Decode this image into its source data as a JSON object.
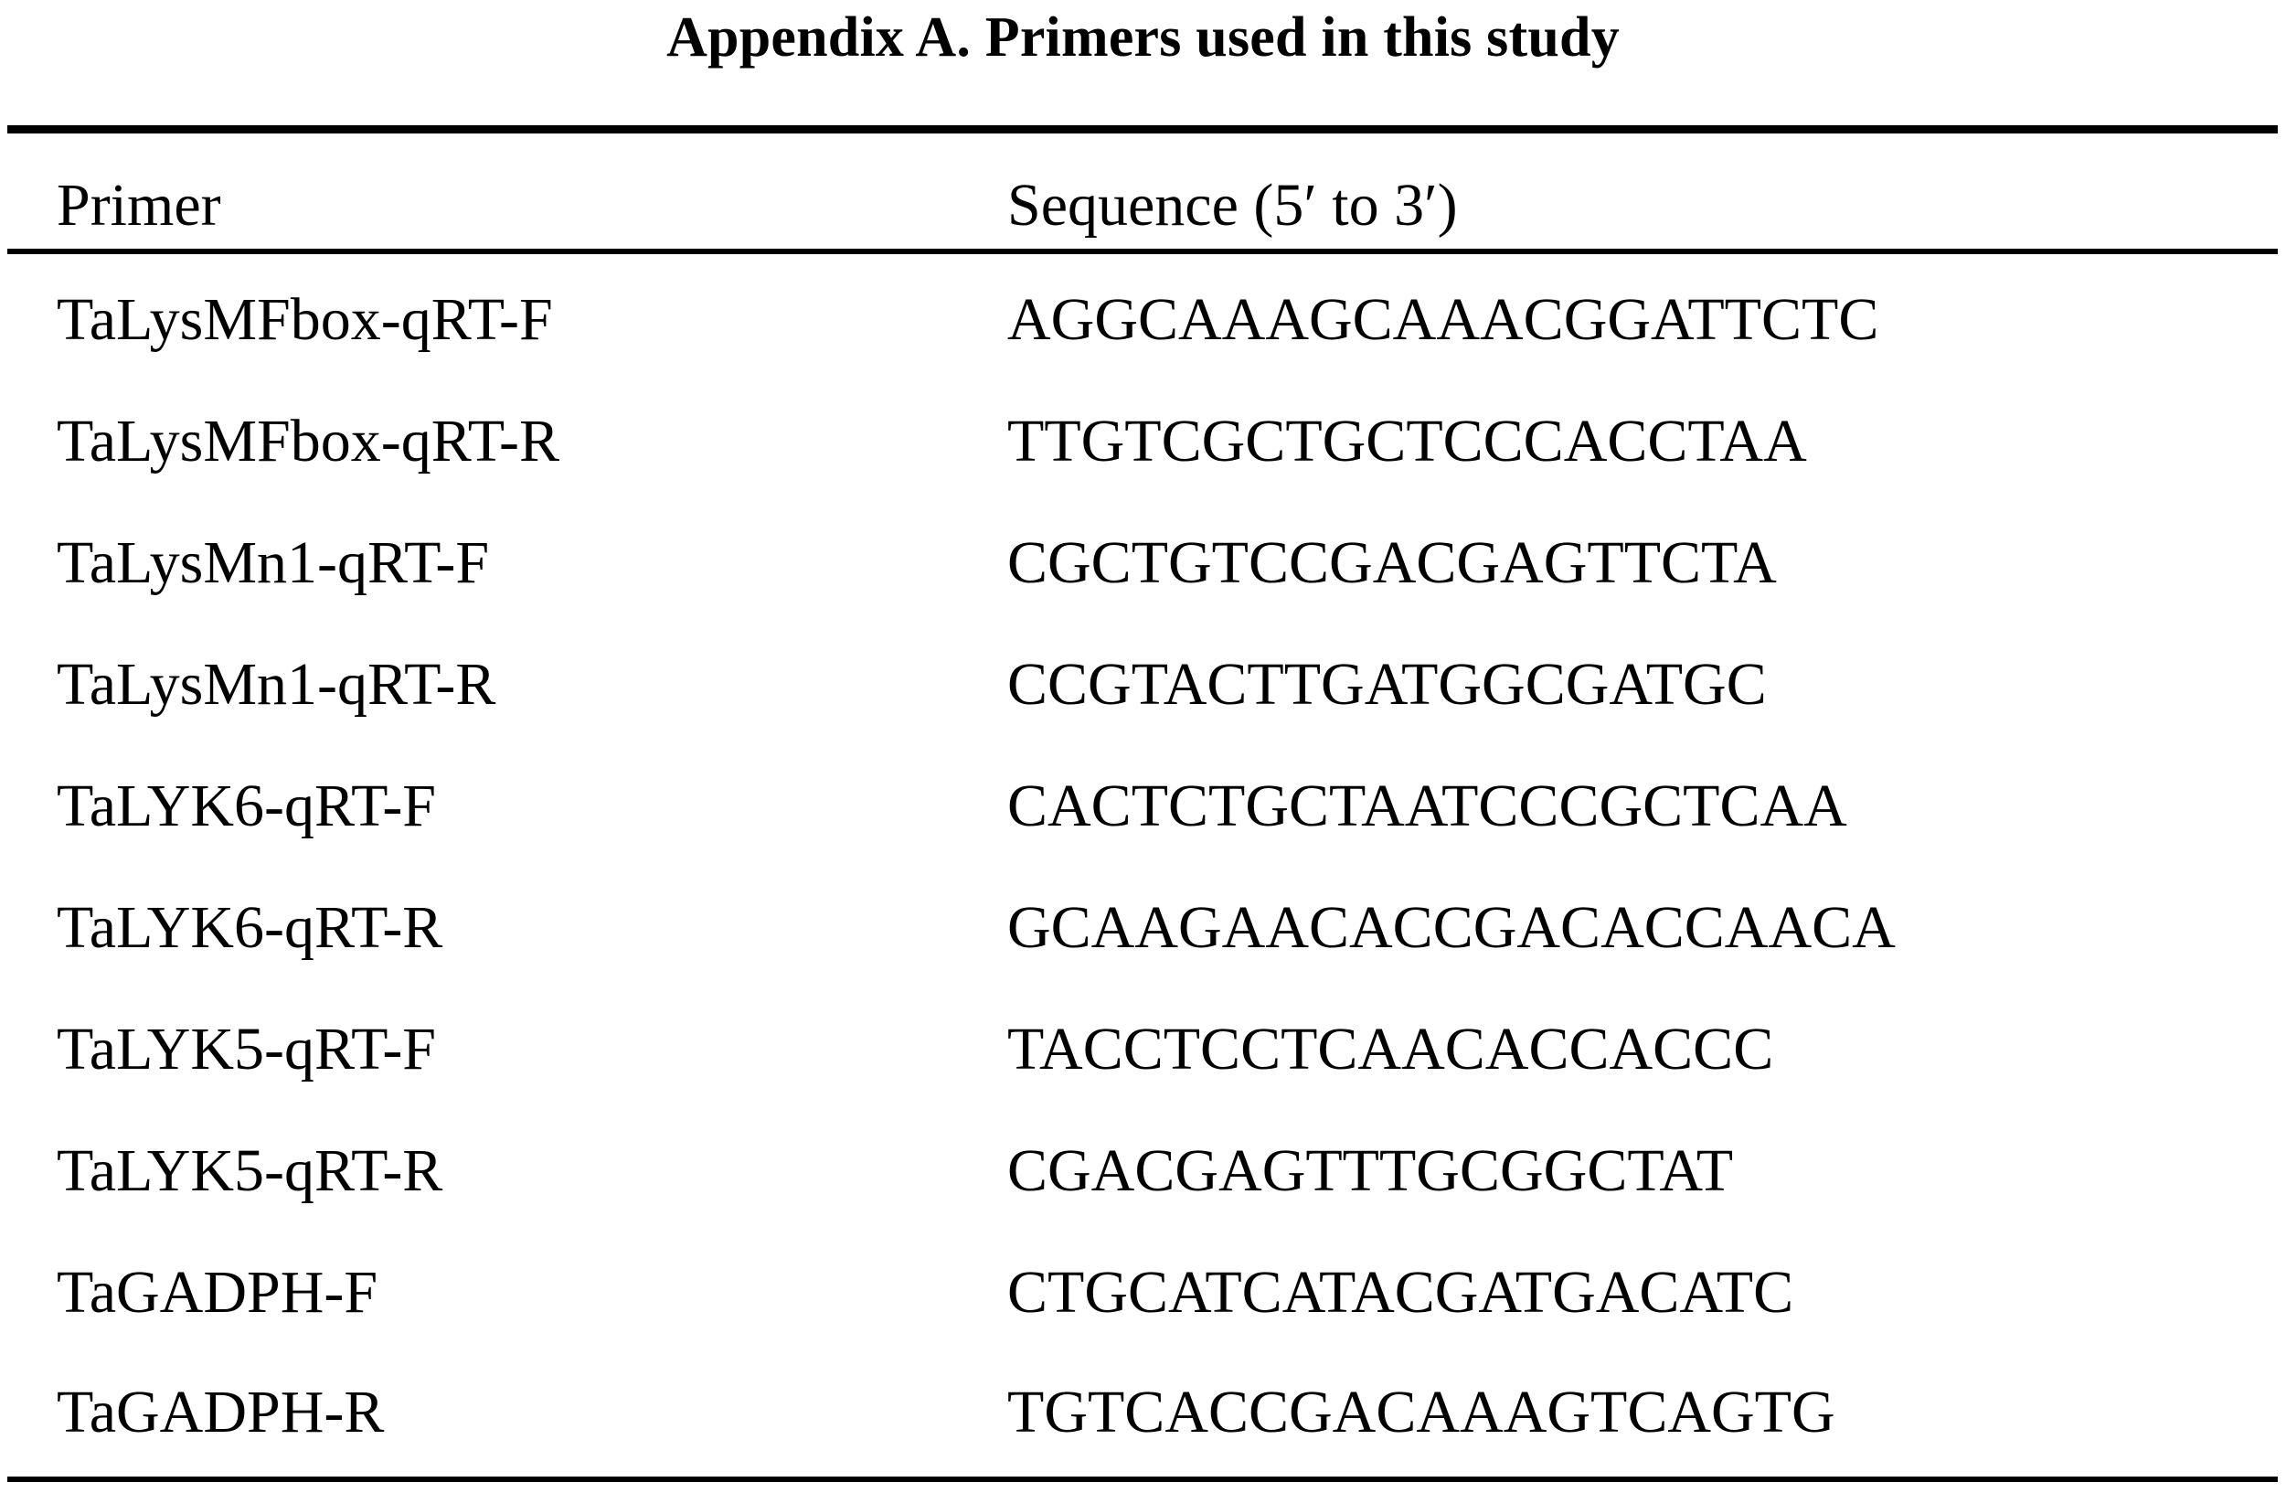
{
  "document": {
    "title": "Appendix A. Primers used in this study"
  },
  "table": {
    "columns": [
      "Primer",
      "Sequence (5′ to 3′)"
    ],
    "rows": [
      {
        "primer": "TaLysMFbox-qRT-F",
        "sequence": "AGGCAAAGCAAACGGATTCTC"
      },
      {
        "primer": "TaLysMFbox-qRT-R",
        "sequence": "TTGTCGCTGCTCCCACCTAA"
      },
      {
        "primer": "TaLysMn1-qRT-F",
        "sequence": "CGCTGTCCGACGAGTTCTA"
      },
      {
        "primer": "TaLysMn1-qRT-R",
        "sequence": "CCGTACTTGATGGCGATGC"
      },
      {
        "primer": "TaLYK6-qRT-F",
        "sequence": "CACTCTGCTAATCCCGCTCAA"
      },
      {
        "primer": "TaLYK6-qRT-R",
        "sequence": "GCAAGAACACCGACACCAACA"
      },
      {
        "primer": "TaLYK5-qRT-F",
        "sequence": "TACCTCCTCAACACCACCC"
      },
      {
        "primer": "TaLYK5-qRT-R",
        "sequence": "CGACGAGTTTGCGGCTAT"
      },
      {
        "primer": "TaGADPH-F",
        "sequence": "CTGCATCATACGATGACATC"
      },
      {
        "primer": "TaGADPH-R",
        "sequence": "TGTCACCGACAAAGTCAGTG"
      }
    ]
  },
  "style": {
    "text_color": "#000000",
    "background_color": "#ffffff",
    "rule_color": "#000000"
  }
}
